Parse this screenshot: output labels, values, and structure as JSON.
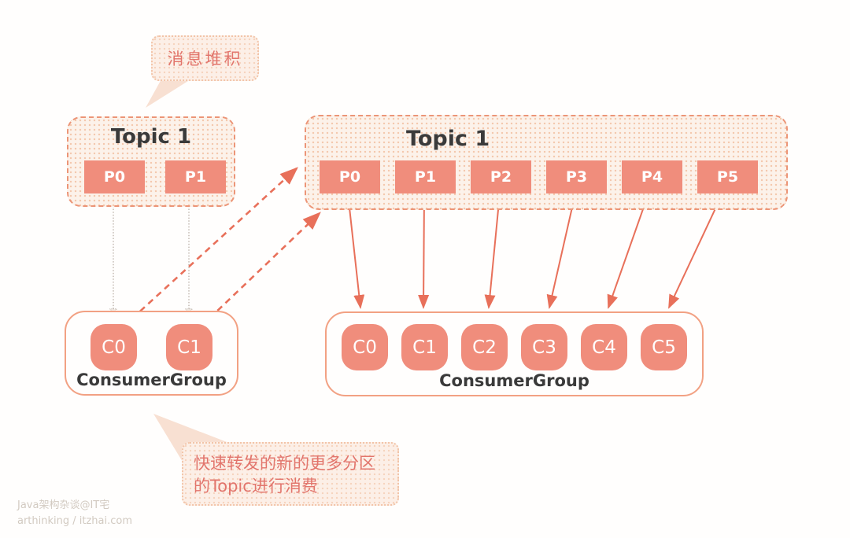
{
  "callout_top": {
    "text": "消息堆积"
  },
  "topic_left": {
    "title": "Topic 1",
    "partitions": [
      "P0",
      "P1"
    ]
  },
  "topic_right": {
    "title": "Topic 1",
    "partitions": [
      "P0",
      "P1",
      "P2",
      "P3",
      "P4",
      "P5"
    ]
  },
  "group_left": {
    "label": "ConsumerGroup",
    "consumers": [
      "C0",
      "C1"
    ]
  },
  "group_right": {
    "label": "ConsumerGroup",
    "consumers": [
      "C0",
      "C1",
      "C2",
      "C3",
      "C4",
      "C5"
    ]
  },
  "callout_bottom": {
    "line1": "快速转发的新的更多分区",
    "line2": "的Topic进行消费"
  },
  "watermark": {
    "line1": "Java架构杂谈@IT宅",
    "line2": "arthinking / itzhai.com"
  },
  "colors": {
    "salmon": "#f08d7c",
    "arrow": "#e8705a",
    "ink": "#3a3a3a",
    "topic-border": "#ec9577",
    "topic-bg": "#fcf2ea",
    "group-border": "#f2a183",
    "callout-text": "#e2756c",
    "gray-line": "#b3a89e",
    "watermark": "#d2cac1"
  }
}
